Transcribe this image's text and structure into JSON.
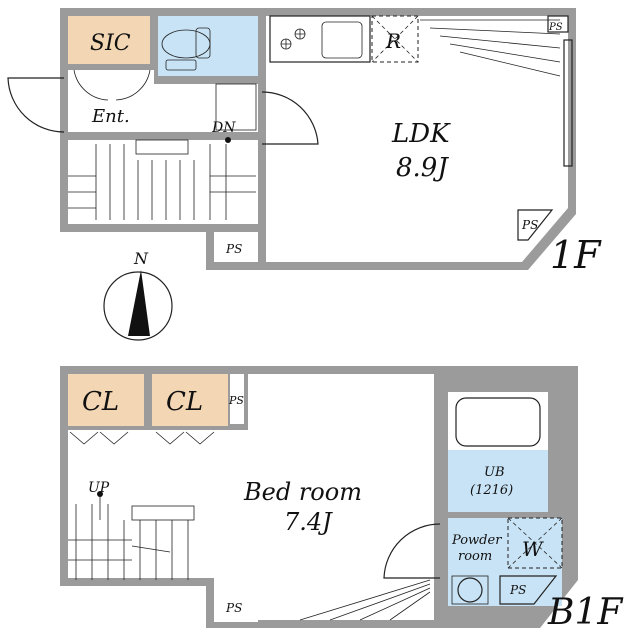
{
  "floors": {
    "first": {
      "label": "1F",
      "rooms": {
        "sic": "SIC",
        "ent": "Ent.",
        "ldk_name": "LDK",
        "ldk_size": "8.9J",
        "fridge": "R",
        "dn": "DN",
        "ps1": "PS",
        "ps2": "PS",
        "ps3": "PS"
      }
    },
    "basement": {
      "label": "B1F",
      "rooms": {
        "cl1": "CL",
        "cl2": "CL",
        "ps_top": "PS",
        "bed_name": "Bed room",
        "bed_size": "7.4J",
        "ub": "UB",
        "ub_size": "(1216)",
        "powder1": "Powder",
        "powder2": "room",
        "washer": "W",
        "up": "UP",
        "ps_bottom_left": "PS",
        "ps_bottom_right": "PS"
      }
    }
  },
  "compass": {
    "label": "N"
  },
  "colors": {
    "wall": "#9b9b9b",
    "storage": "#f3d7b4",
    "wet_area": "#c8e3f5"
  }
}
